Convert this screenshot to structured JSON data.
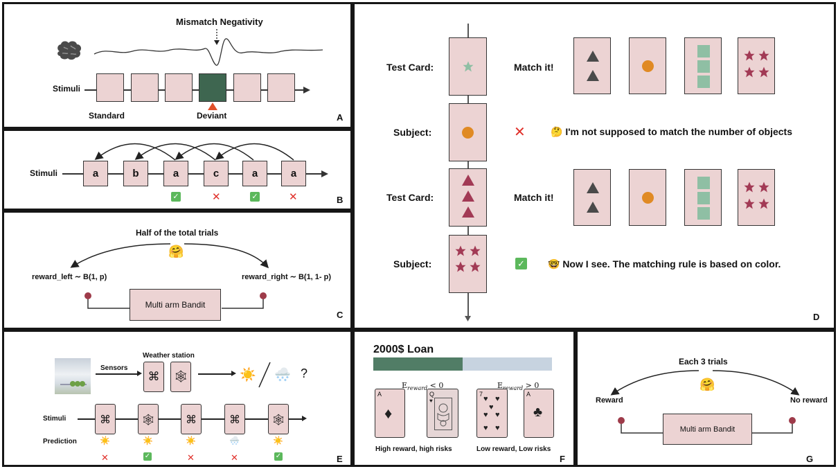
{
  "colors": {
    "card_fill": "#ecd3d3",
    "deviant_fill": "#3e6650",
    "triangle": "#4a4a4a",
    "star_green": "#8fbfa4",
    "circle": "#e08a24",
    "square_green": "#8fbfa4",
    "star_red": "#a23a55",
    "triangle_red": "#a23a55",
    "progress_green": "#517d66",
    "progress_blue": "#c7d3e0"
  },
  "panel_a": {
    "title": "Mismatch Negativity",
    "stimuli_label": "Stimuli",
    "standard_label": "Standard",
    "deviant_label": "Deviant",
    "letter": "A"
  },
  "panel_b": {
    "stimuli_label": "Stimuli",
    "letters": [
      "a",
      "b",
      "a",
      "c",
      "a",
      "a"
    ],
    "results": [
      "",
      "",
      "correct",
      "wrong",
      "correct",
      "wrong"
    ],
    "letter": "B"
  },
  "panel_c": {
    "title": "Half of the total trials",
    "emoji": "🤗",
    "left_label": "reward_left ∼ B(1, p)",
    "right_label": "reward_right ∼ B(1, 1- p)",
    "box_label": "Multi arm Bandit",
    "letter": "C"
  },
  "panel_d": {
    "rows": [
      {
        "label": "Test Card:",
        "right": "Match it!"
      },
      {
        "label": "Subject:",
        "right": "🤔 I'm not supposed to match the number of objects",
        "result": "wrong"
      },
      {
        "label": "Test Card:",
        "right": "Match it!"
      },
      {
        "label": "Subject:",
        "right": "🤓 Now I see. The matching rule is based on color.",
        "result": "correct"
      }
    ],
    "letter": "D"
  },
  "panel_e": {
    "sensors_label": "Sensors",
    "station_label": "Weather station",
    "question": "?",
    "stimuli_label": "Stimuli",
    "prediction_label": "Prediction",
    "symbols": [
      "⌘",
      "🕸",
      "⌘",
      "⌘",
      "🕸"
    ],
    "predictions": [
      "☀️",
      "☀️",
      "☀️",
      "🌨️",
      "☀️"
    ],
    "results": [
      "wrong",
      "correct",
      "wrong",
      "wrong",
      "correct"
    ],
    "letter": "E"
  },
  "panel_f": {
    "title": "2000$ Loan",
    "progress": 0.5,
    "left_expect": "E",
    "left_expect_sub": "reward",
    "left_expect_rel": "< 0",
    "right_expect": "E",
    "right_expect_sub": "reward",
    "right_expect_rel": "> 0",
    "cards": [
      {
        "rank": "A",
        "suit": "♦"
      },
      {
        "rank": "Q",
        "suit": "♥"
      },
      {
        "rank": "7",
        "suit": "♥"
      },
      {
        "rank": "A",
        "suit": "♣"
      }
    ],
    "left_caption": "High reward, high risks",
    "right_caption": "Low reward, Low risks",
    "letter": "F"
  },
  "panel_g": {
    "title": "Each 3 trials",
    "emoji": "🤗",
    "left_label": "Reward",
    "right_label": "No reward",
    "box_label": "Multi arm Bandit",
    "letter": "G"
  },
  "marks": {
    "correct": "✓",
    "wrong": "✕"
  }
}
